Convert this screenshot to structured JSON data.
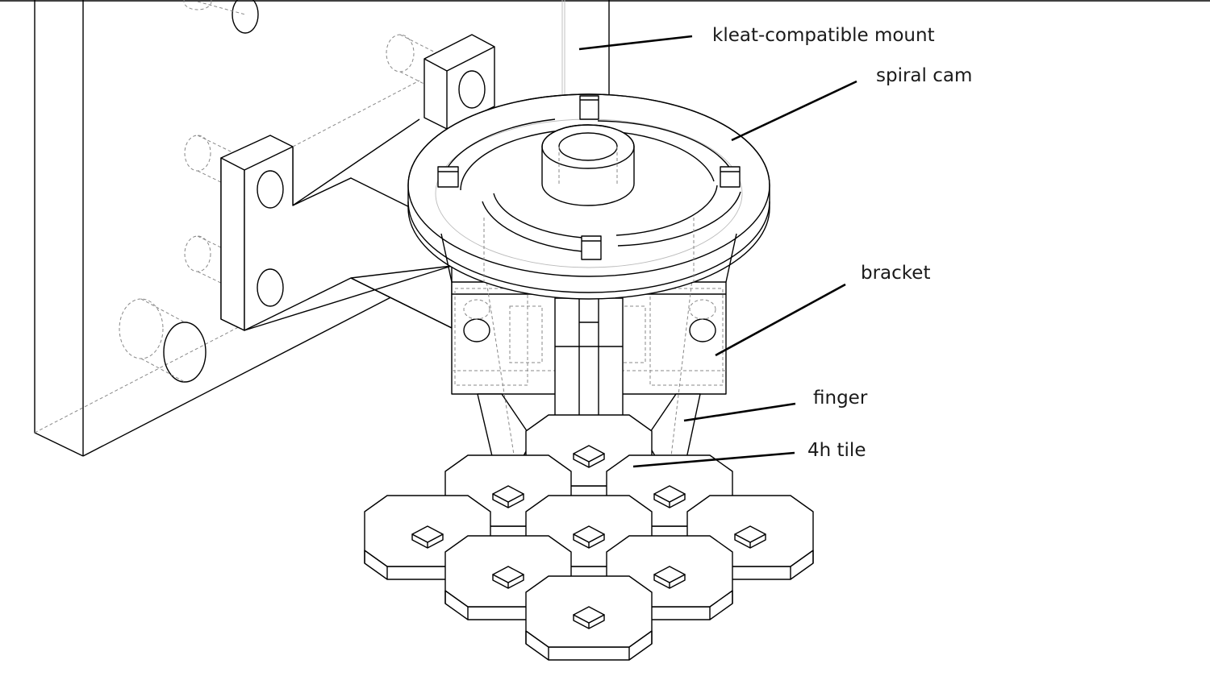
{
  "labels": {
    "mount": "kleat-compatible mount",
    "cam": "spiral cam",
    "bracket": "bracket",
    "finger": "finger",
    "tile": "4h tile"
  }
}
